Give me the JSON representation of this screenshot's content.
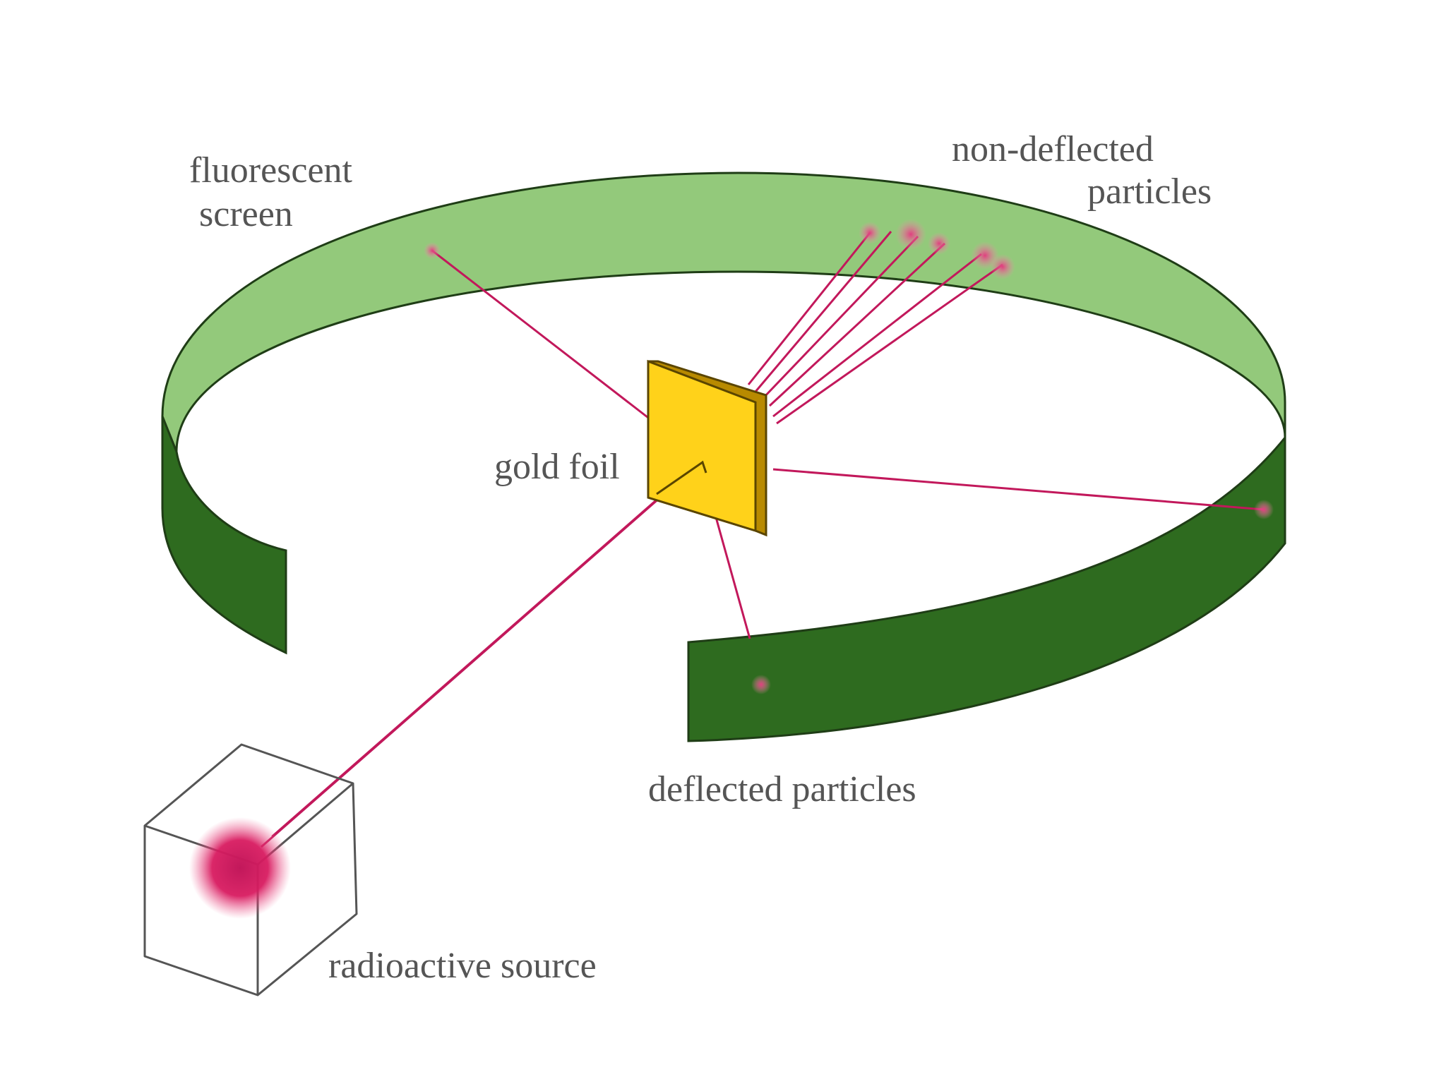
{
  "labels": {
    "fluorescent_screen": [
      "fluorescent",
      "screen"
    ],
    "non_deflected_particles": [
      "non-deflected",
      "particles"
    ],
    "gold_foil": "gold foil",
    "deflected_particles": "deflected particles",
    "radioactive_source": "radioactive source"
  },
  "colors": {
    "screen_inner": "#93c97b",
    "screen_outer": "#2e6b1f",
    "screen_outline": "#1f3d16",
    "beam": "#c2185b",
    "beam_dot": "#e0407f",
    "foil_face": "#ffd21a",
    "foil_side": "#b88a00",
    "foil_outline": "#5a4500",
    "label_text": "#555555"
  }
}
